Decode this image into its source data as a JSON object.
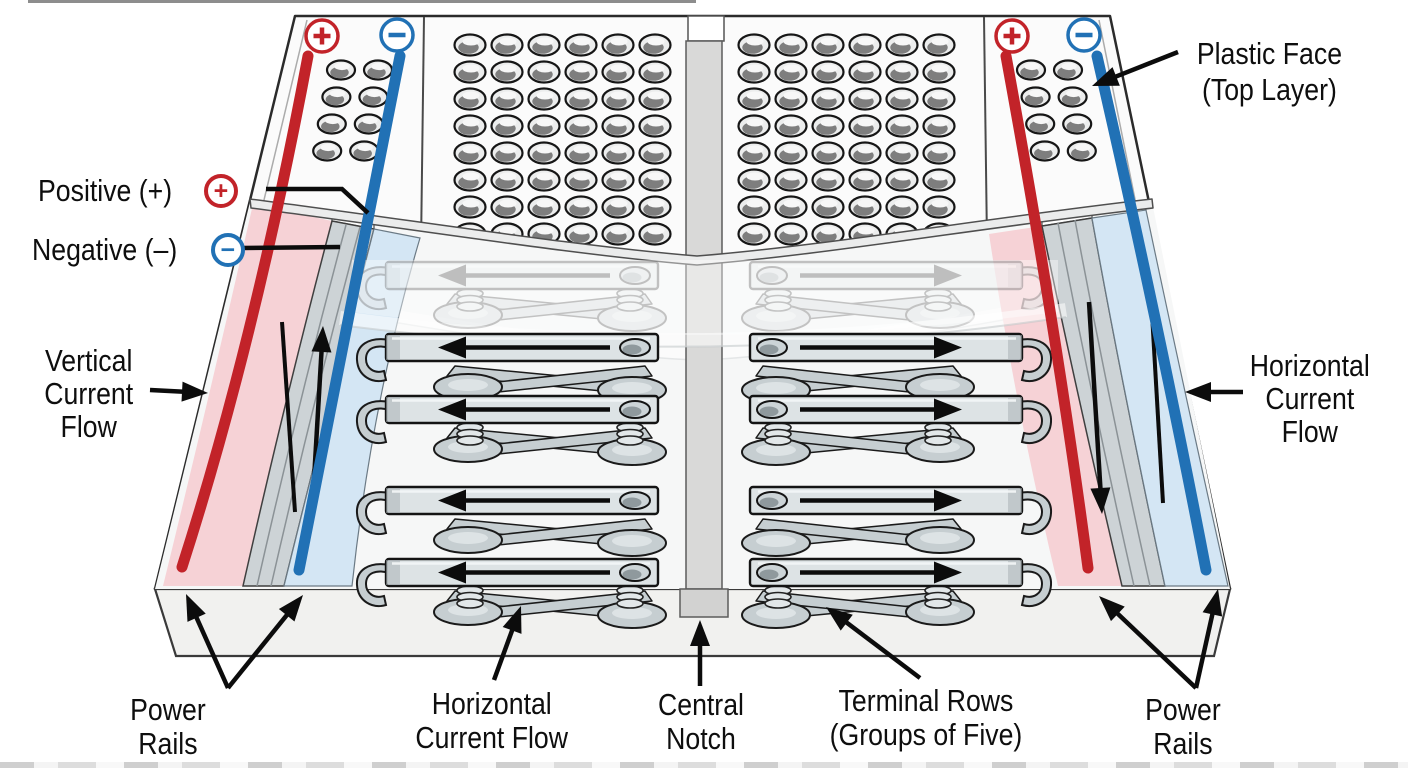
{
  "labels": {
    "plastic_face": "Plastic Face\n(Top Layer)",
    "positive": "Positive (+)",
    "negative": "Negative (–)",
    "vertical_current_flow": "Vertical\nCurrent\nFlow",
    "horizontal_current_flow_right": "Horizontal\nCurrent\nFlow",
    "power_rails_left": "Power\nRails",
    "horizontal_current_flow_bottom": "Horizontal\nCurrent Flow",
    "central_notch": "Central\nNotch",
    "terminal_rows": "Terminal Rows\n(Groups of Five)",
    "power_rails_right": "Power\nRails"
  },
  "symbols": {
    "plus": "+",
    "minus": "−"
  },
  "board_markers": [
    {
      "polarity": "positive",
      "side": "left"
    },
    {
      "polarity": "negative",
      "side": "left"
    },
    {
      "polarity": "positive",
      "side": "right"
    },
    {
      "polarity": "negative",
      "side": "right"
    }
  ],
  "structure": {
    "terminal_rows_per_side": 5,
    "left_half_arrow_direction": "left",
    "right_half_arrow_direction": "right",
    "left_rail_flow": "up",
    "right_rail_flow": "down"
  },
  "colors": {
    "rail_red": "#c22329",
    "rail_blue": "#2171b5",
    "pink_glow": "#f6d2d6",
    "blue_glow": "#d4e6f4",
    "metal_light": "#dde3e5",
    "metal_mid": "#c6ced1",
    "metal_dark": "#a9b2b6",
    "panel_gray": "#cdd3d6",
    "notch_gray": "#d9d9d8",
    "base_gray": "#f1f1ef",
    "interior_gray": "#f6f7f7",
    "face_white": "#fbfbfb",
    "outline": "#1a1a1a",
    "text": "#0e0e0e"
  }
}
